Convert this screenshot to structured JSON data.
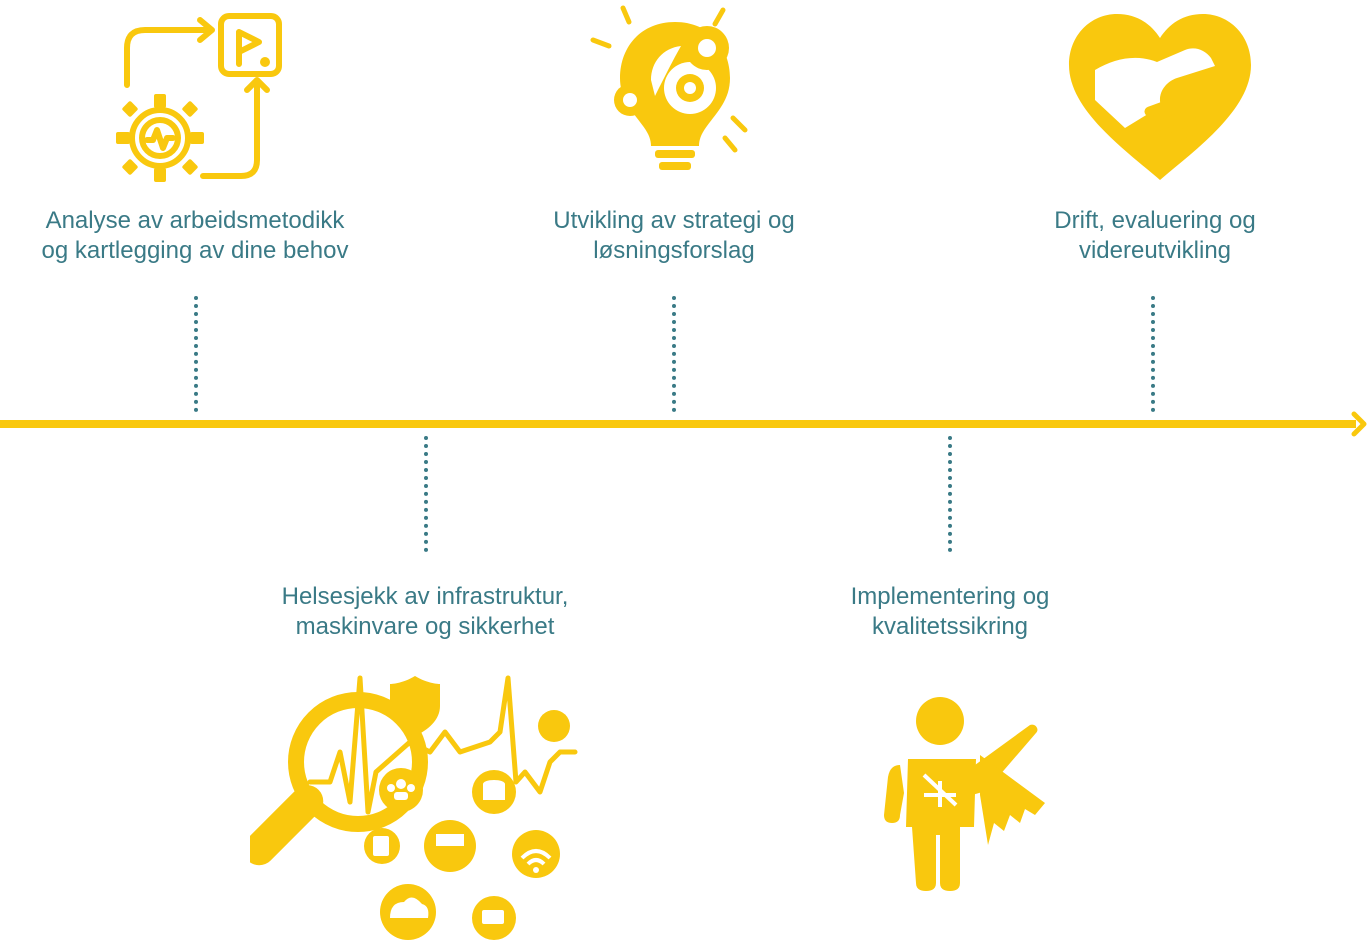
{
  "colors": {
    "accent": "#F9C80E",
    "label": "#3A7A86"
  },
  "steps": [
    {
      "id": "analyse",
      "lines": [
        "Analyse av arbeidsmetodikk",
        "og kartlegging av dine behov"
      ],
      "position": "above",
      "icon": "gear-flag-cycle-icon"
    },
    {
      "id": "helsesjekk",
      "lines": [
        "Helsesjekk av infrastruktur,",
        "maskinvare og sikkerhet"
      ],
      "position": "below",
      "icon": "magnifier-health-check-icon"
    },
    {
      "id": "strategi",
      "lines": [
        "Utvikling av strategi og",
        "løsningsforslag"
      ],
      "position": "above",
      "icon": "lightbulb-gears-icon"
    },
    {
      "id": "implementering",
      "lines": [
        "Implementering og",
        "kvalitetssikring"
      ],
      "position": "below",
      "icon": "superhero-icon"
    },
    {
      "id": "drift",
      "lines": [
        "Drift, evaluering og",
        "videreutvikling"
      ],
      "position": "above",
      "icon": "heart-handshake-icon"
    }
  ]
}
